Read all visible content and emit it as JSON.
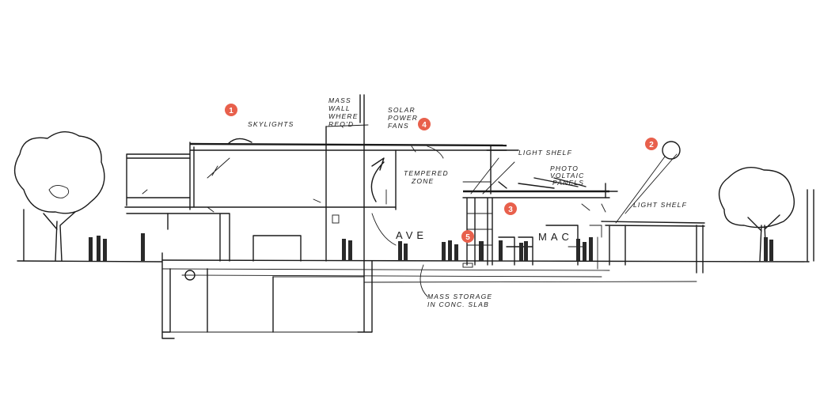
{
  "labels": {
    "skylights": "SKYLIGHTS",
    "mass_wall": [
      "MASS",
      "WALL",
      "WHERE",
      "REQ'D"
    ],
    "solar_fans": [
      "SOLAR",
      "POWER",
      "FANS"
    ],
    "light_shelf_1": "LIGHT SHELF",
    "tempered_zone": [
      "TEMPERED",
      "ZONE"
    ],
    "pv_panels": [
      "PHOTO",
      "VOLTAIC",
      "PANELS"
    ],
    "light_shelf_2": "LIGHT SHELF",
    "ave": "AVE",
    "mac": "MAC",
    "mass_storage": [
      "MASS STORAGE",
      "IN CONC. SLAB"
    ]
  },
  "markers": [
    "1",
    "2",
    "3",
    "4",
    "5"
  ],
  "colors": {
    "marker": "#e8604c",
    "ink": "#1a1a1a"
  }
}
